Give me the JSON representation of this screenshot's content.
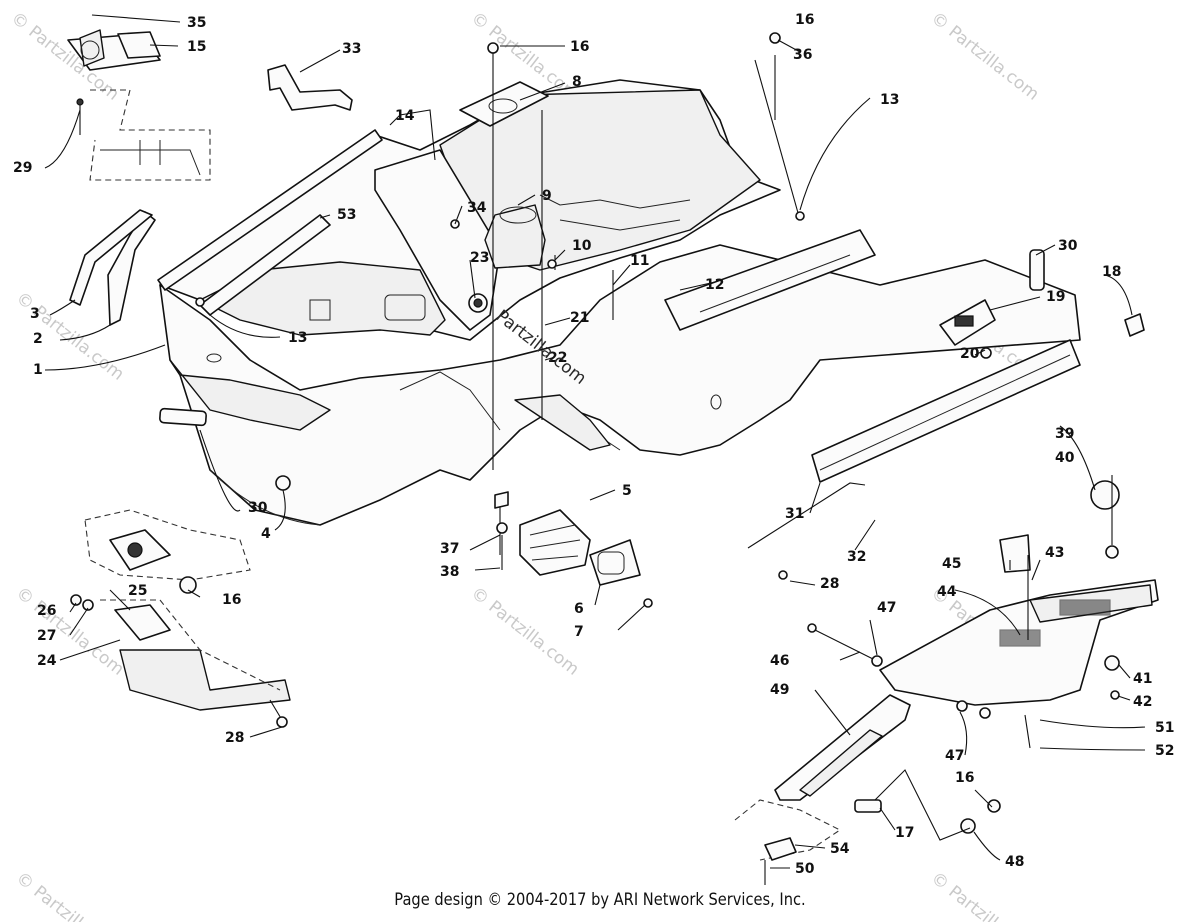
{
  "watermark": {
    "text": "© Partzilla.com",
    "center_text": "Partzilla.com"
  },
  "callouts": [
    {
      "id": "c35",
      "label": "35"
    },
    {
      "id": "c15",
      "label": "15"
    },
    {
      "id": "c33",
      "label": "33"
    },
    {
      "id": "c16a",
      "label": "16"
    },
    {
      "id": "c16b",
      "label": "16"
    },
    {
      "id": "c36",
      "label": "36"
    },
    {
      "id": "c8",
      "label": "8"
    },
    {
      "id": "c14",
      "label": "14"
    },
    {
      "id": "c13a",
      "label": "13"
    },
    {
      "id": "c29",
      "label": "29"
    },
    {
      "id": "c34",
      "label": "34"
    },
    {
      "id": "c9",
      "label": "9"
    },
    {
      "id": "c53",
      "label": "53"
    },
    {
      "id": "c10",
      "label": "10"
    },
    {
      "id": "c30a",
      "label": "30"
    },
    {
      "id": "c18",
      "label": "18"
    },
    {
      "id": "c23",
      "label": "23"
    },
    {
      "id": "c11",
      "label": "11"
    },
    {
      "id": "c12",
      "label": "12"
    },
    {
      "id": "c19",
      "label": "19"
    },
    {
      "id": "c3",
      "label": "3"
    },
    {
      "id": "c2",
      "label": "2"
    },
    {
      "id": "c13b",
      "label": "13"
    },
    {
      "id": "c21",
      "label": "21"
    },
    {
      "id": "c20",
      "label": "20"
    },
    {
      "id": "c1",
      "label": "1"
    },
    {
      "id": "c22",
      "label": "22"
    },
    {
      "id": "c39",
      "label": "39"
    },
    {
      "id": "c40",
      "label": "40"
    },
    {
      "id": "c5",
      "label": "5"
    },
    {
      "id": "c30b",
      "label": "30"
    },
    {
      "id": "c4",
      "label": "4"
    },
    {
      "id": "c31",
      "label": "31"
    },
    {
      "id": "c37",
      "label": "37"
    },
    {
      "id": "c38",
      "label": "38"
    },
    {
      "id": "c32",
      "label": "32"
    },
    {
      "id": "c45",
      "label": "45"
    },
    {
      "id": "c43",
      "label": "43"
    },
    {
      "id": "c16c",
      "label": "16"
    },
    {
      "id": "c28a",
      "label": "28"
    },
    {
      "id": "c44",
      "label": "44"
    },
    {
      "id": "c25",
      "label": "25"
    },
    {
      "id": "c26",
      "label": "26"
    },
    {
      "id": "c6",
      "label": "6"
    },
    {
      "id": "c7",
      "label": "7"
    },
    {
      "id": "c27",
      "label": "27"
    },
    {
      "id": "c47a",
      "label": "47"
    },
    {
      "id": "c24",
      "label": "24"
    },
    {
      "id": "c46",
      "label": "46"
    },
    {
      "id": "c41",
      "label": "41"
    },
    {
      "id": "c49",
      "label": "49"
    },
    {
      "id": "c42",
      "label": "42"
    },
    {
      "id": "c28b",
      "label": "28"
    },
    {
      "id": "c51",
      "label": "51"
    },
    {
      "id": "c47b",
      "label": "47"
    },
    {
      "id": "c52",
      "label": "52"
    },
    {
      "id": "c16d",
      "label": "16"
    },
    {
      "id": "c17",
      "label": "17"
    },
    {
      "id": "c54",
      "label": "54"
    },
    {
      "id": "c48",
      "label": "48"
    },
    {
      "id": "c50",
      "label": "50"
    }
  ],
  "footer": "Page design © 2004-2017 by ARI Network Services, Inc."
}
